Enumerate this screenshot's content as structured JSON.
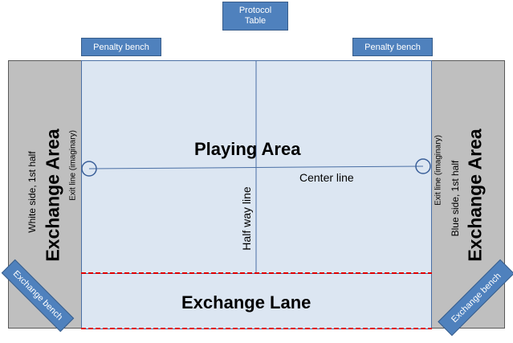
{
  "protocol_table": {
    "line1": "Protocol",
    "line2": "Table"
  },
  "penalty_bench_left": "Penalty bench",
  "penalty_bench_right": "Penalty bench",
  "playing_area": "Playing Area",
  "center_line": "Center line",
  "half_way_line": "Half way line",
  "exchange_lane": "Exchange Lane",
  "left": {
    "exchange_area": "Exchange Area",
    "side_note": "White side, 1st half",
    "exit_line": "Exit line (imaginary)",
    "exchange_bench": "Exchange bench"
  },
  "right": {
    "exchange_area": "Exchange Area",
    "side_note": "Blue side, 1st half",
    "exit_line": "Exit line (imaginary)",
    "exchange_bench": "Exchange bench"
  },
  "colors": {
    "bench_fill": "#4f81bd",
    "field_fill": "#dce6f2",
    "exchange_area_fill": "#bfbfbf",
    "lane_boundary": "#e00000"
  }
}
